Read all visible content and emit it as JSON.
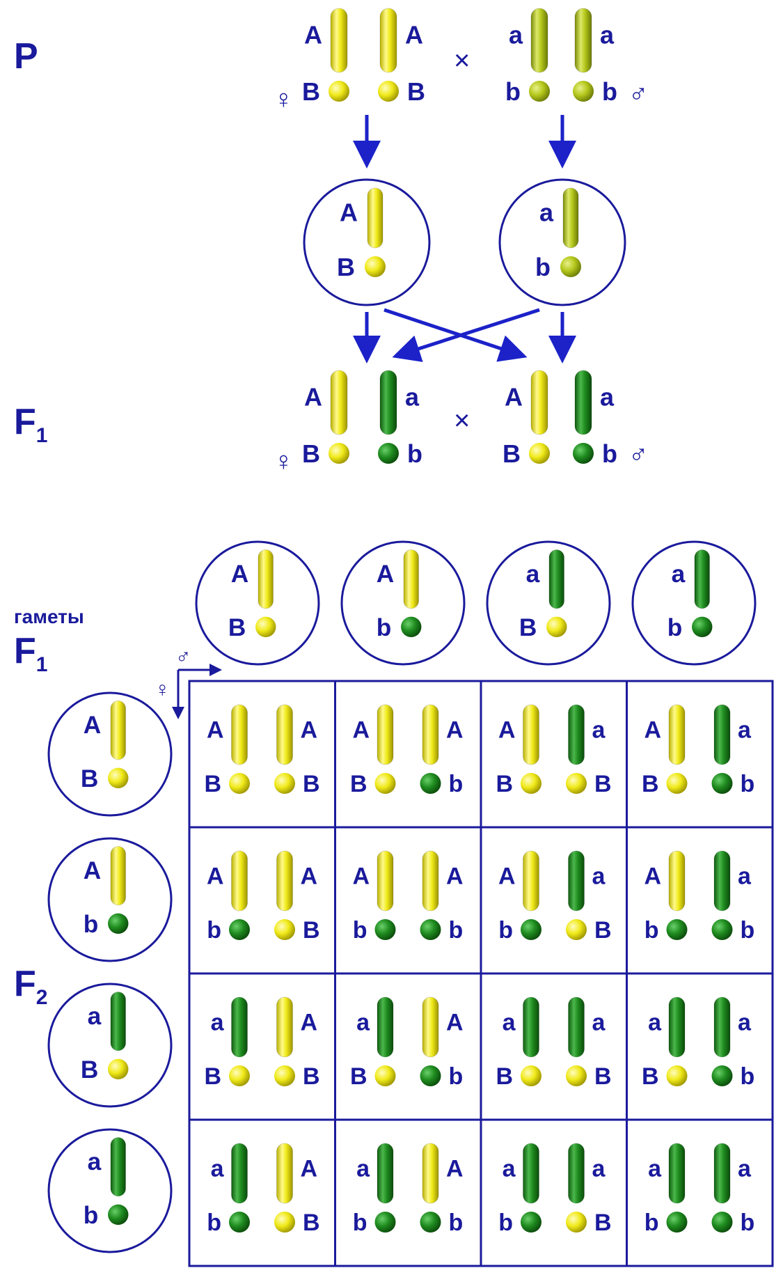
{
  "labels": {
    "p": "P",
    "f1_letter": "F",
    "f1_sub": "1",
    "f2_letter": "F",
    "f2_sub": "2",
    "gametes_word": "гаметы",
    "gametes_f_letter": "F",
    "gametes_f_sub": "1",
    "cross_symbol": "×",
    "female_symbol": "♀",
    "male_symbol": "♂"
  },
  "colors": {
    "allele_A": "#f0ea1a",
    "allele_a_parent": "#b5c81c",
    "allele_a": "#1f8c1f",
    "outline": "#1a1a9c",
    "arrow": "#1c22c8",
    "text": "#1a1a9c"
  },
  "parents": {
    "female": {
      "sex": "♀",
      "chromosomes": [
        {
          "gene1": "A",
          "gene2": "B",
          "color": "yellow"
        },
        {
          "gene1": "A",
          "gene2": "B",
          "color": "yellow"
        }
      ]
    },
    "male": {
      "sex": "♂",
      "chromosomes": [
        {
          "gene1": "a",
          "gene2": "b",
          "color": "olive"
        },
        {
          "gene1": "a",
          "gene2": "b",
          "color": "olive"
        }
      ]
    }
  },
  "parent_gametes": [
    {
      "gene1": "A",
      "gene2": "B",
      "color": "yellow"
    },
    {
      "gene1": "a",
      "gene2": "b",
      "color": "olive"
    }
  ],
  "f1": {
    "female": {
      "sex": "♀",
      "chromosomes": [
        {
          "gene1": "A",
          "gene2": "B"
        },
        {
          "gene1": "a",
          "gene2": "b"
        }
      ]
    },
    "male": {
      "sex": "♂",
      "chromosomes": [
        {
          "gene1": "A",
          "gene2": "B"
        },
        {
          "gene1": "a",
          "gene2": "b"
        }
      ]
    }
  },
  "f1_gametes_male": [
    {
      "gene1": "A",
      "gene2": "B"
    },
    {
      "gene1": "A",
      "gene2": "b"
    },
    {
      "gene1": "a",
      "gene2": "B"
    },
    {
      "gene1": "a",
      "gene2": "b"
    }
  ],
  "f1_gametes_female": [
    {
      "gene1": "A",
      "gene2": "B"
    },
    {
      "gene1": "A",
      "gene2": "b"
    },
    {
      "gene1": "a",
      "gene2": "B"
    },
    {
      "gene1": "a",
      "gene2": "b"
    }
  ]
}
